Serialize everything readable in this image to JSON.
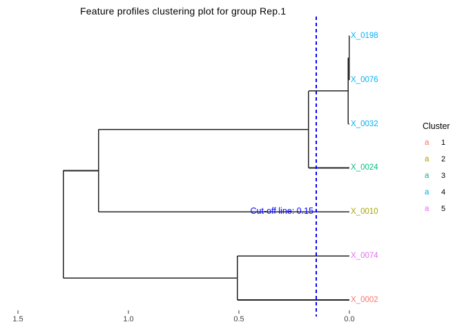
{
  "title": "Feature profiles clustering plot for group Rep.1",
  "cutoff": {
    "label": "Cut-off line: 0.15",
    "value": 0.15
  },
  "legend": {
    "title": "Cluster",
    "glyph": "a",
    "items": [
      {
        "label": "1",
        "color": "#F8766D"
      },
      {
        "label": "2",
        "color": "#A3A500"
      },
      {
        "label": "3",
        "color": "#00BF7D"
      },
      {
        "label": "4",
        "color": "#00B0F6"
      },
      {
        "label": "5",
        "color": "#E76BF3"
      }
    ]
  },
  "axis": {
    "ticks": [
      {
        "label": "1.5",
        "value": 1.5
      },
      {
        "label": "1.0",
        "value": 1.0
      },
      {
        "label": "0.5",
        "value": 0.5
      },
      {
        "label": "0.0",
        "value": 0.0
      }
    ]
  },
  "colors": {
    "tree_line": "#222222",
    "cutoff_line": "#0000FF",
    "cutoff_text": "#0000FF",
    "axis_text": "#404040",
    "tick_mark": "#333333"
  },
  "chart_data": {
    "type": "dendrogram",
    "title": "Feature profiles clustering plot for group Rep.1",
    "orientation": "leaves-right-root-left",
    "xlabel": "",
    "axis_range": [
      1.55,
      -0.05
    ],
    "axis_ticks": [
      1.5,
      1.0,
      0.5,
      0.0
    ],
    "grid": false,
    "legend_position": "right",
    "cutoff_value": 0.15,
    "leaves": [
      {
        "label": "X_0198",
        "cluster": 4,
        "color": "#00B0F6"
      },
      {
        "label": "X_0076",
        "cluster": 4,
        "color": "#00B0F6"
      },
      {
        "label": "X_0032",
        "cluster": 4,
        "color": "#00B0F6"
      },
      {
        "label": "X_0024",
        "cluster": 3,
        "color": "#00BF7D"
      },
      {
        "label": "X_0010",
        "cluster": 2,
        "color": "#A3A500"
      },
      {
        "label": "X_0074",
        "cluster": 5,
        "color": "#E76BF3"
      },
      {
        "label": "X_0002",
        "cluster": 1,
        "color": "#F8766D"
      }
    ],
    "tree": {
      "height": 1.295,
      "children": [
        {
          "height": 1.135,
          "children": [
            {
              "height": 0.185,
              "children": [
                {
                  "height": 0.005,
                  "children": [
                    {
                      "height": 0.001,
                      "children": [
                        {
                          "leaf": 0
                        },
                        {
                          "leaf": 1
                        }
                      ]
                    },
                    {
                      "leaf": 2
                    }
                  ]
                },
                {
                  "leaf": 3
                }
              ]
            },
            {
              "leaf": 4
            }
          ]
        },
        {
          "height": 0.507,
          "children": [
            {
              "leaf": 5
            },
            {
              "leaf": 6
            }
          ]
        }
      ]
    }
  }
}
